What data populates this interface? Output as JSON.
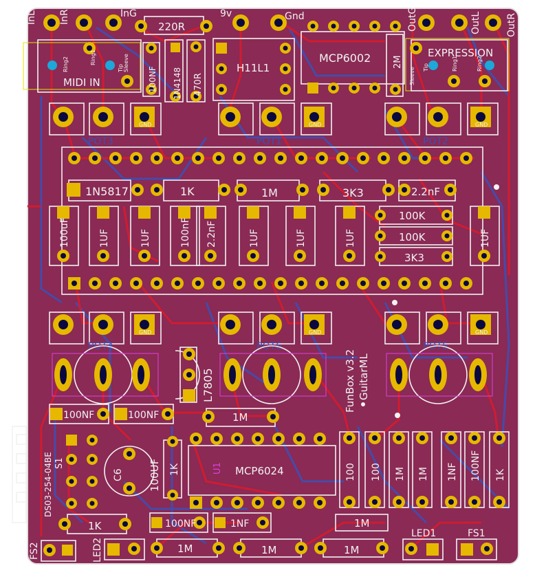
{
  "board": {
    "colors": {
      "substrate": "#8a2a55",
      "copper_top": "#d01c30",
      "copper_bottom": "#3e4fb3",
      "pad": "#e6b800",
      "silkscreen": "#f2f2f2",
      "courtyard": "#e6e600",
      "fab": "#e040e0",
      "edge": "#e0e0e0"
    },
    "title": "FunBox v3.2",
    "author": "GuitarML",
    "jacks": {
      "midi_in": "MIDI IN",
      "expression": "EXPRESSION",
      "midi_small": [
        "Ring2",
        "Ring1",
        "Sleeve",
        "Tip"
      ],
      "expr_small": [
        "Sleeve",
        "Tip",
        "Ring1",
        "Ring2"
      ]
    },
    "top_pins": [
      "InL",
      "InR",
      "InG",
      "9v",
      "Gnd",
      "OutG",
      "OutL",
      "OutR"
    ],
    "ics": [
      "MCP6002",
      "H11L1",
      "MCP6024"
    ],
    "parts_top": [
      "220R",
      "100NF",
      "1N4148",
      "470R",
      "2M"
    ],
    "pot_labels": [
      "GND"
    ],
    "row_parts": [
      "1N5817",
      "1K",
      "1M",
      "3K3",
      "2.2nF"
    ],
    "caps_mid": [
      "100uF",
      "1UF",
      "1UF",
      "100nF",
      "2.2nF",
      "1UF",
      "1UF",
      "1UF",
      "1UF"
    ],
    "right_resistors": [
      "100K",
      "100K",
      "3K3"
    ],
    "reg": "L7805",
    "caps_small": [
      "100NF",
      "100NF",
      "1M"
    ],
    "lower_right": [
      "100",
      "100",
      "1M",
      "1M",
      "1NF",
      "100NF",
      "1K"
    ],
    "switch": "DS03-254-04BE",
    "switch_ref": "S1",
    "c6": "C6",
    "c6_value": "100UF",
    "u1": "U1",
    "bottom_parts": [
      "1K",
      "100NF",
      "1NF",
      "1M",
      "1M",
      "1M",
      "1M"
    ],
    "refs": [
      "FS2",
      "LED2",
      "LED1",
      "FS1"
    ],
    "pot_refs": [
      "POT3",
      "POT1",
      "POT2",
      "POT4",
      "POT6",
      "POT5"
    ]
  }
}
